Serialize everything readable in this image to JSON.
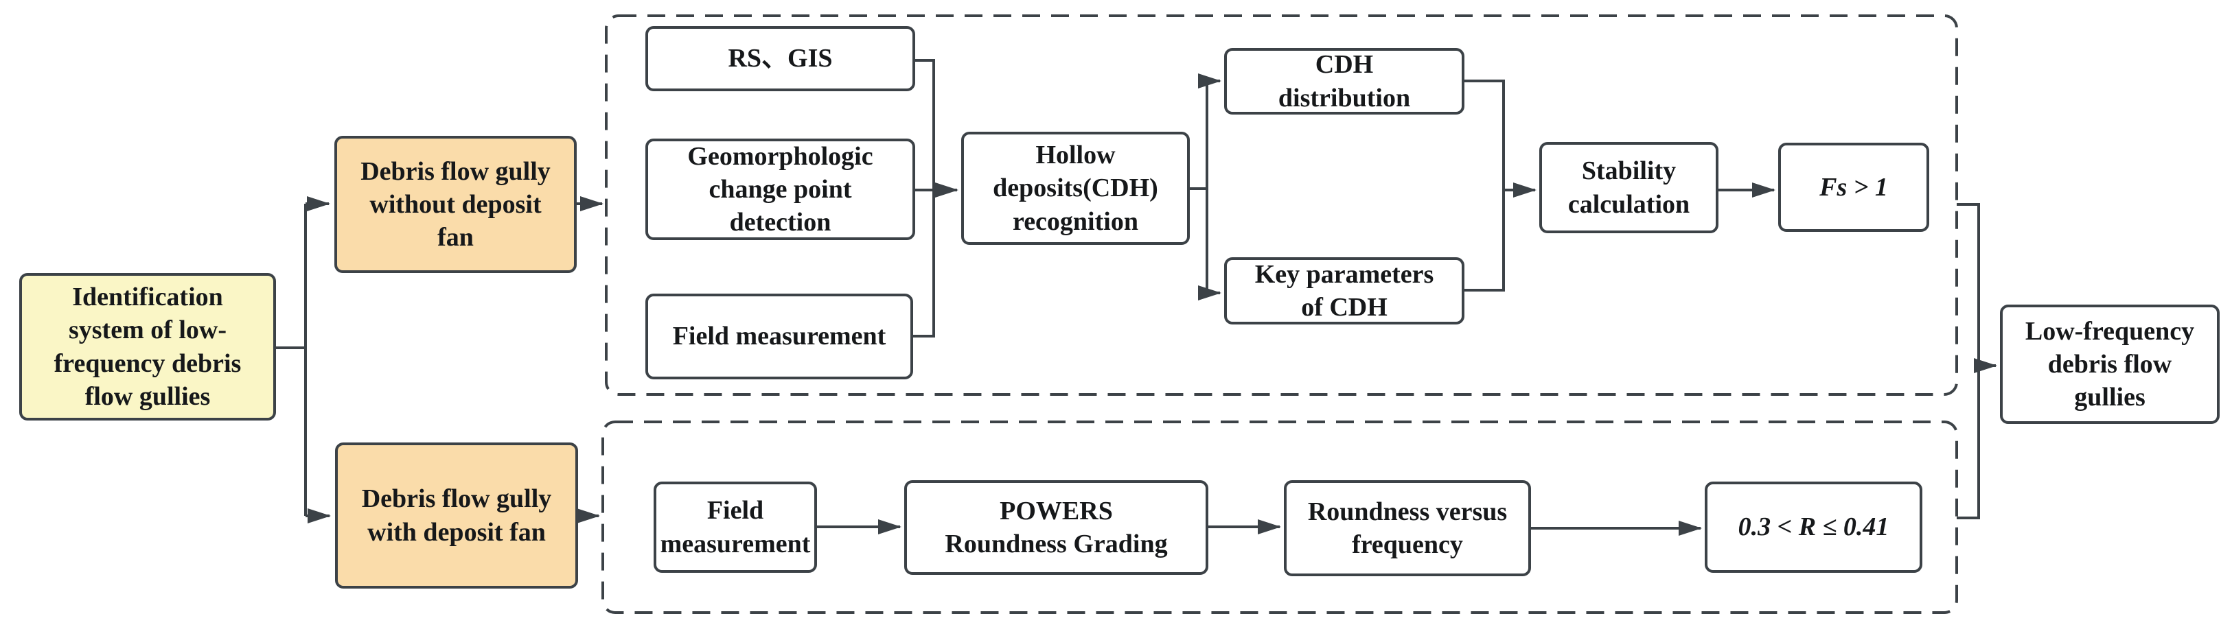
{
  "diagram_title": "Identification system of low-frequency debris flow gullies flowchart",
  "nodes": {
    "root": "Identification\nsystem of low-\nfrequency debris\nflow gullies",
    "gully_without_fan": "Debris flow gully\nwithout deposit\nfan",
    "gully_with_fan": "Debris flow gully\nwith deposit fan",
    "rs_gis": "RS、GIS",
    "geomorphologic": "Geomorphologic\nchange point\ndetection",
    "field_measurement_top": "Field measurement",
    "hollow_deposits": "Hollow\ndeposits(CDH)\nrecognition",
    "cdh_distribution": "CDH\ndistribution",
    "key_parameters": "Key parameters\nof CDH",
    "stability": "Stability\ncalculation",
    "fs_condition": "Fs > 1",
    "field_measurement_bottom": "Field\nmeasurement",
    "powers": "POWERS\nRoundness Grading",
    "roundness_frequency": "Roundness versus\nfrequency",
    "roundness_condition": "0.3 < R ≤ 0.41",
    "result": "Low-frequency\ndebris flow\ngullies"
  },
  "colors": {
    "root_fill": "#faf6c6",
    "branch_fill": "#fadcaa",
    "process_fill": "#ffffff",
    "border": "#3c4247",
    "text": "#16181a"
  }
}
